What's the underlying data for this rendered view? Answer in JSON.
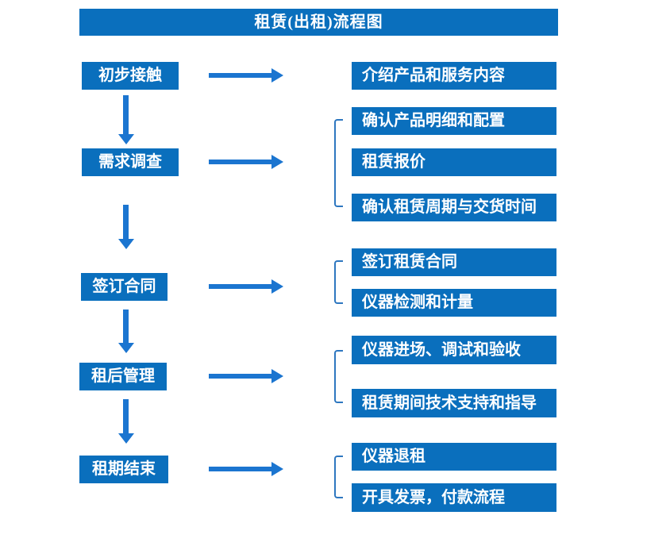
{
  "title": "租赁(出租)流程图",
  "colors": {
    "box_blue": "#0a6fbd",
    "arrow_blue": "#1b75d0",
    "bracket_blue": "#2e77c0",
    "text_white": "#ffffff",
    "background": "#ffffff"
  },
  "icons": {
    "right_arrow": "css-triangle-right",
    "down_arrow": "css-triangle-down",
    "group_bracket": "css-left-square-bracket"
  },
  "stages": [
    {
      "label": "初步接触",
      "outputs": [
        "介绍产品和服务内容"
      ]
    },
    {
      "label": "需求调查",
      "outputs": [
        "确认产品明细和配置",
        "租赁报价",
        "确认租赁周期与交货时间"
      ]
    },
    {
      "label": "签订合同",
      "outputs": [
        "签订租赁合同",
        "仪器检测和计量"
      ]
    },
    {
      "label": "租后管理",
      "outputs": [
        "仪器进场、调试和验收",
        "租赁期间技术支持和指导"
      ]
    },
    {
      "label": "租期结束",
      "outputs": [
        "仪器退租",
        "开具发票，付款流程"
      ]
    }
  ]
}
